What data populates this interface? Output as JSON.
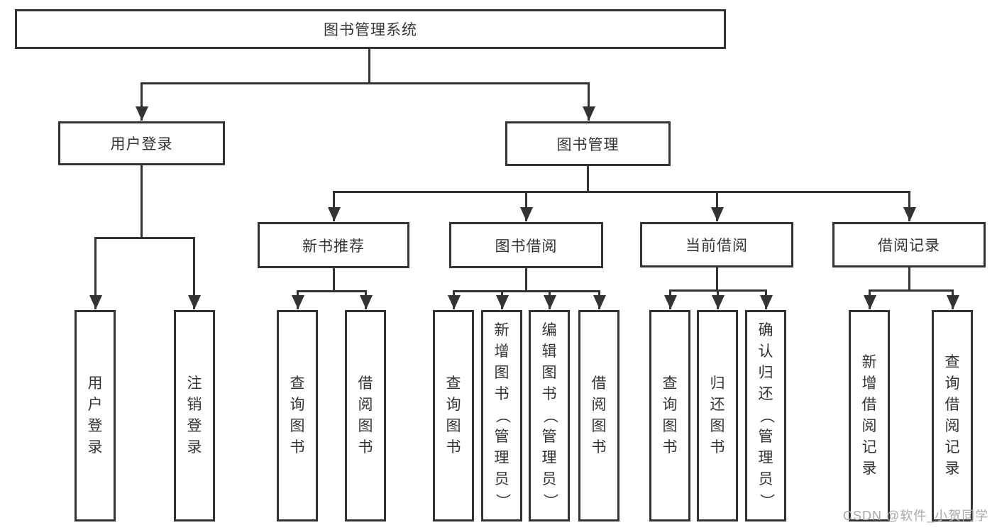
{
  "tree": {
    "label": "图书管理系统",
    "children": [
      {
        "label": "用户登录",
        "children": [
          {
            "label": "用户登录"
          },
          {
            "label": "注销登录"
          }
        ]
      },
      {
        "label": "图书管理",
        "children": [
          {
            "label": "新书推荐",
            "children": [
              {
                "label": "查询图书"
              },
              {
                "label": "借阅图书"
              }
            ]
          },
          {
            "label": "图书借阅",
            "children": [
              {
                "label": "查询图书"
              },
              {
                "label": "新增图书（管理员）"
              },
              {
                "label": "编辑图书（管理员）"
              },
              {
                "label": "借阅图书"
              }
            ]
          },
          {
            "label": "当前借阅",
            "children": [
              {
                "label": "查询图书"
              },
              {
                "label": "归还图书"
              },
              {
                "label": "确认归还（管理员）"
              }
            ]
          },
          {
            "label": "借阅记录",
            "children": [
              {
                "label": "新增借阅记录"
              },
              {
                "label": "查询借阅记录"
              }
            ]
          }
        ]
      }
    ]
  },
  "watermark": {
    "text": "CSDN @软件_小贺同学"
  },
  "colors": {
    "line": "#333333",
    "text": "#333333",
    "watermark": "#a9a9a9",
    "background": "#ffffff"
  }
}
